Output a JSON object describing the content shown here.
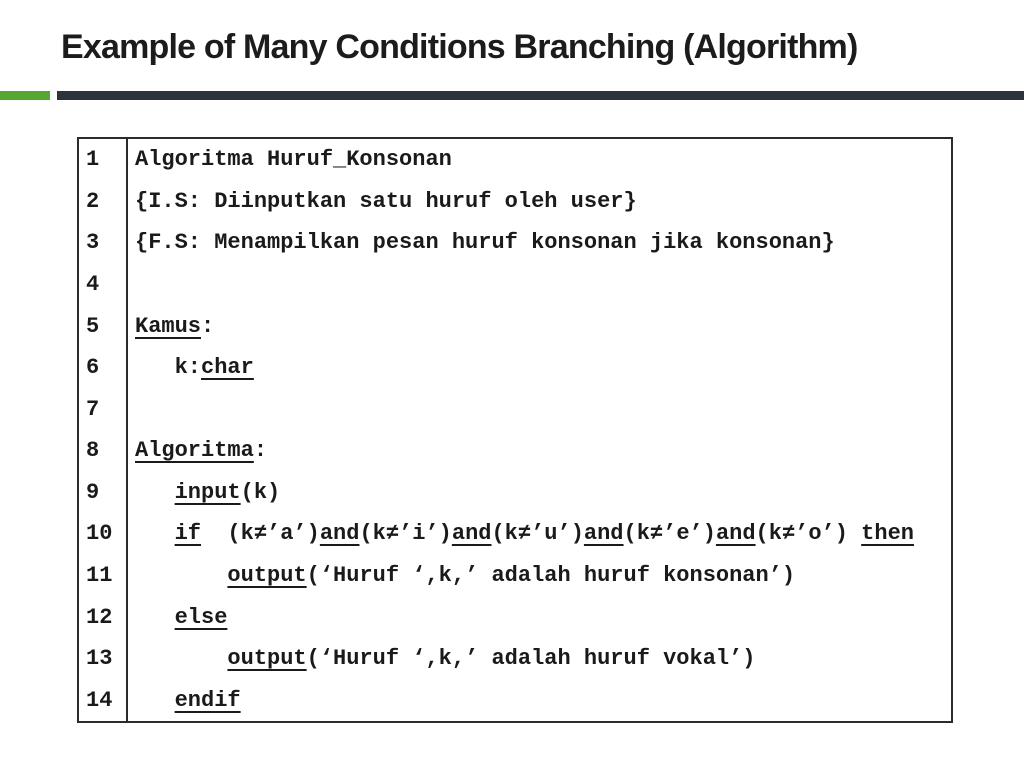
{
  "title": "Example of Many Conditions Branching (Algorithm)",
  "colors": {
    "accent_green": "#56a630",
    "bar_dark": "#2d333c"
  },
  "table": {
    "rows": [
      {
        "num": "1",
        "segments": [
          {
            "t": "Algoritma Huruf_Konsonan"
          }
        ]
      },
      {
        "num": "2",
        "segments": [
          {
            "t": "{I.S: Diinputkan satu huruf oleh user}"
          }
        ]
      },
      {
        "num": "3",
        "segments": [
          {
            "t": "{F.S: Menampilkan pesan huruf konsonan jika konsonan}"
          }
        ]
      },
      {
        "num": "4",
        "segments": []
      },
      {
        "num": "5",
        "segments": [
          {
            "t": "Kamus",
            "u": true
          },
          {
            "t": ":"
          }
        ]
      },
      {
        "num": "6",
        "segments": [
          {
            "t": "   k:"
          },
          {
            "t": "char",
            "u": true
          }
        ]
      },
      {
        "num": "7",
        "segments": []
      },
      {
        "num": "8",
        "segments": [
          {
            "t": "Algoritma",
            "u": true
          },
          {
            "t": ":"
          }
        ]
      },
      {
        "num": "9",
        "segments": [
          {
            "t": "   "
          },
          {
            "t": "input",
            "u": true
          },
          {
            "t": "(k)"
          }
        ]
      },
      {
        "num": "10",
        "segments": [
          {
            "t": "   "
          },
          {
            "t": "if",
            "u": true
          },
          {
            "t": "  (k≠’a’)"
          },
          {
            "t": "and",
            "u": true
          },
          {
            "t": "(k≠’i’)"
          },
          {
            "t": "and",
            "u": true
          },
          {
            "t": "(k≠’u’)"
          },
          {
            "t": "and",
            "u": true
          },
          {
            "t": "(k≠’e’)"
          },
          {
            "t": "and",
            "u": true
          },
          {
            "t": "(k≠’o’) "
          },
          {
            "t": "then",
            "u": true
          }
        ]
      },
      {
        "num": "11",
        "segments": [
          {
            "t": "       "
          },
          {
            "t": "output",
            "u": true
          },
          {
            "t": "(‘Huruf ‘,k,’ adalah huruf konsonan’)"
          }
        ]
      },
      {
        "num": "12",
        "segments": [
          {
            "t": "   "
          },
          {
            "t": "else",
            "u": true
          }
        ]
      },
      {
        "num": "13",
        "segments": [
          {
            "t": "       "
          },
          {
            "t": "output",
            "u": true
          },
          {
            "t": "(‘Huruf ‘,k,’ adalah huruf vokal’)"
          }
        ]
      },
      {
        "num": "14",
        "segments": [
          {
            "t": "   "
          },
          {
            "t": "endif",
            "u": true
          }
        ]
      }
    ]
  }
}
